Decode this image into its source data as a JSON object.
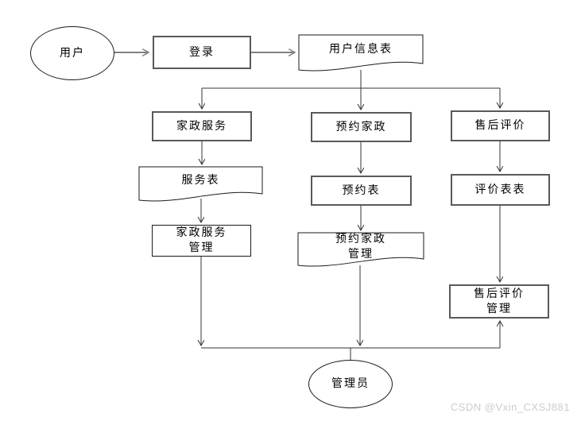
{
  "diagram": {
    "nodes": {
      "user": {
        "label": "用户",
        "shape": "ellipse"
      },
      "login": {
        "label": "登录",
        "shape": "rect"
      },
      "user_info_table": {
        "label": "用户信息表",
        "shape": "document"
      },
      "housekeeping_service": {
        "label": "家政服务",
        "shape": "rect"
      },
      "booking_housekeeping": {
        "label": "预约家政",
        "shape": "rect"
      },
      "aftersale_review": {
        "label": "售后评价",
        "shape": "rect"
      },
      "service_table": {
        "label": "服务表",
        "shape": "document"
      },
      "booking_table": {
        "label": "预约表",
        "shape": "rect"
      },
      "review_table": {
        "label": "评价表表",
        "shape": "rect"
      },
      "housekeeping_service_mgmt": {
        "label": "家政服务\n管理",
        "shape": "rect"
      },
      "booking_housekeeping_mgmt": {
        "label": "预约家政\n管理",
        "shape": "document"
      },
      "aftersale_review_mgmt": {
        "label": "售后评价\n管理",
        "shape": "rect"
      },
      "admin": {
        "label": "管理员",
        "shape": "ellipse"
      }
    },
    "edges": [
      {
        "from": "user",
        "to": "login"
      },
      {
        "from": "login",
        "to": "user_info_table"
      },
      {
        "from": "user_info_table",
        "to": "housekeeping_service"
      },
      {
        "from": "user_info_table",
        "to": "booking_housekeeping"
      },
      {
        "from": "user_info_table",
        "to": "aftersale_review"
      },
      {
        "from": "housekeeping_service",
        "to": "service_table"
      },
      {
        "from": "booking_housekeeping",
        "to": "booking_table"
      },
      {
        "from": "aftersale_review",
        "to": "review_table"
      },
      {
        "from": "service_table",
        "to": "housekeeping_service_mgmt"
      },
      {
        "from": "booking_table",
        "to": "booking_housekeeping_mgmt"
      },
      {
        "from": "review_table",
        "to": "aftersale_review_mgmt"
      },
      {
        "from": "housekeeping_service_mgmt",
        "to": "admin"
      },
      {
        "from": "booking_housekeeping_mgmt",
        "to": "admin"
      },
      {
        "from": "admin",
        "to": "aftersale_review_mgmt"
      }
    ]
  },
  "watermark": {
    "text": "CSDN @Vxin_CXSJ881"
  },
  "colors": {
    "background": "#ffffff",
    "shape_border_bold": "#595959",
    "shape_border_thin": "#1a1a1a",
    "connector": "#333333",
    "flow_arrow_gray": "#808080",
    "text": "#000000",
    "watermark_text": "#cccccc"
  }
}
